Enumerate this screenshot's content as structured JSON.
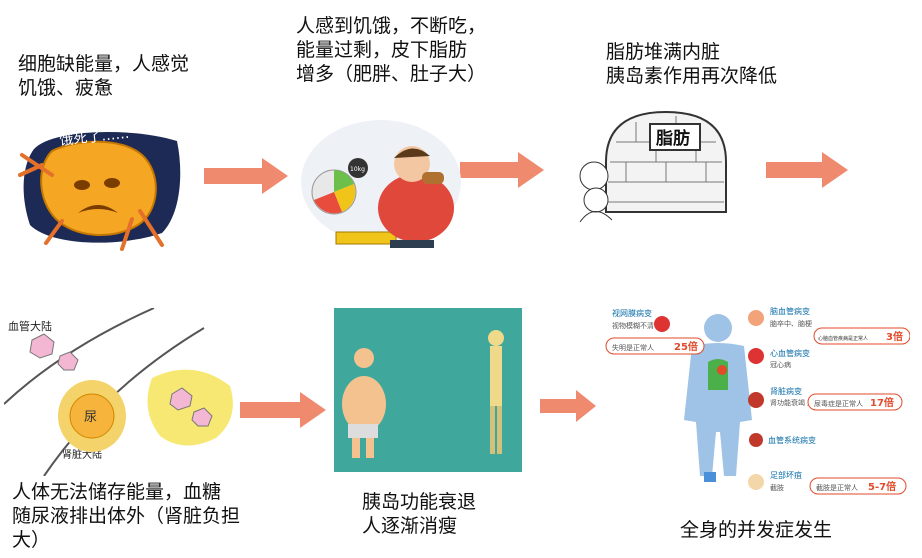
{
  "steps": [
    {
      "caption": "细胞缺能量，人感觉\n饥饿、疲惫",
      "art_text": "饿死了……"
    },
    {
      "caption": "人感到饥饿，不断吃，\n能量过剩，皮下脂肪\n增多（肥胖、肚子大）",
      "art_text": "10kg"
    },
    {
      "caption": "脂肪堆满内脏\n胰岛素作用再次降低",
      "art_text": "脂肪"
    },
    {
      "caption": "人体无法储存能量，血糖\n随尿液排出体外（肾脏负担\n大）",
      "art_text": [
        "血管大陆",
        "肾脏大陆",
        "尿"
      ]
    },
    {
      "caption": "胰岛功能衰退\n人逐渐消瘦"
    },
    {
      "caption": "全身的并发症发生"
    }
  ],
  "complications": {
    "left": [
      {
        "title": "视网膜病变",
        "sub": "视物模糊不清",
        "badge": "失明是正常人",
        "mult": "25倍"
      }
    ],
    "right": [
      {
        "title": "脑血管病变",
        "sub": "脑卒中、脑梗",
        "badge": "心脑血管疾病是正常人",
        "mult": "3倍"
      },
      {
        "title": "心血管病变",
        "sub": "冠心病",
        "badge": "",
        "mult": ""
      },
      {
        "title": "肾脏病变",
        "sub": "肾功能衰竭\n尿毒症",
        "badge": "尿毒症是正常人",
        "mult": "17倍"
      },
      {
        "title": "血管系统病变",
        "sub": "",
        "badge": "",
        "mult": ""
      },
      {
        "title": "足部坏疽",
        "sub": "截肢",
        "badge": "截肢是正常人",
        "mult": "5-7倍"
      }
    ]
  },
  "colors": {
    "arrow": "#f08a6e",
    "teal": "#3fa79b",
    "badge_red": "#e04b2a",
    "figure_blue": "#9ec3e6"
  }
}
